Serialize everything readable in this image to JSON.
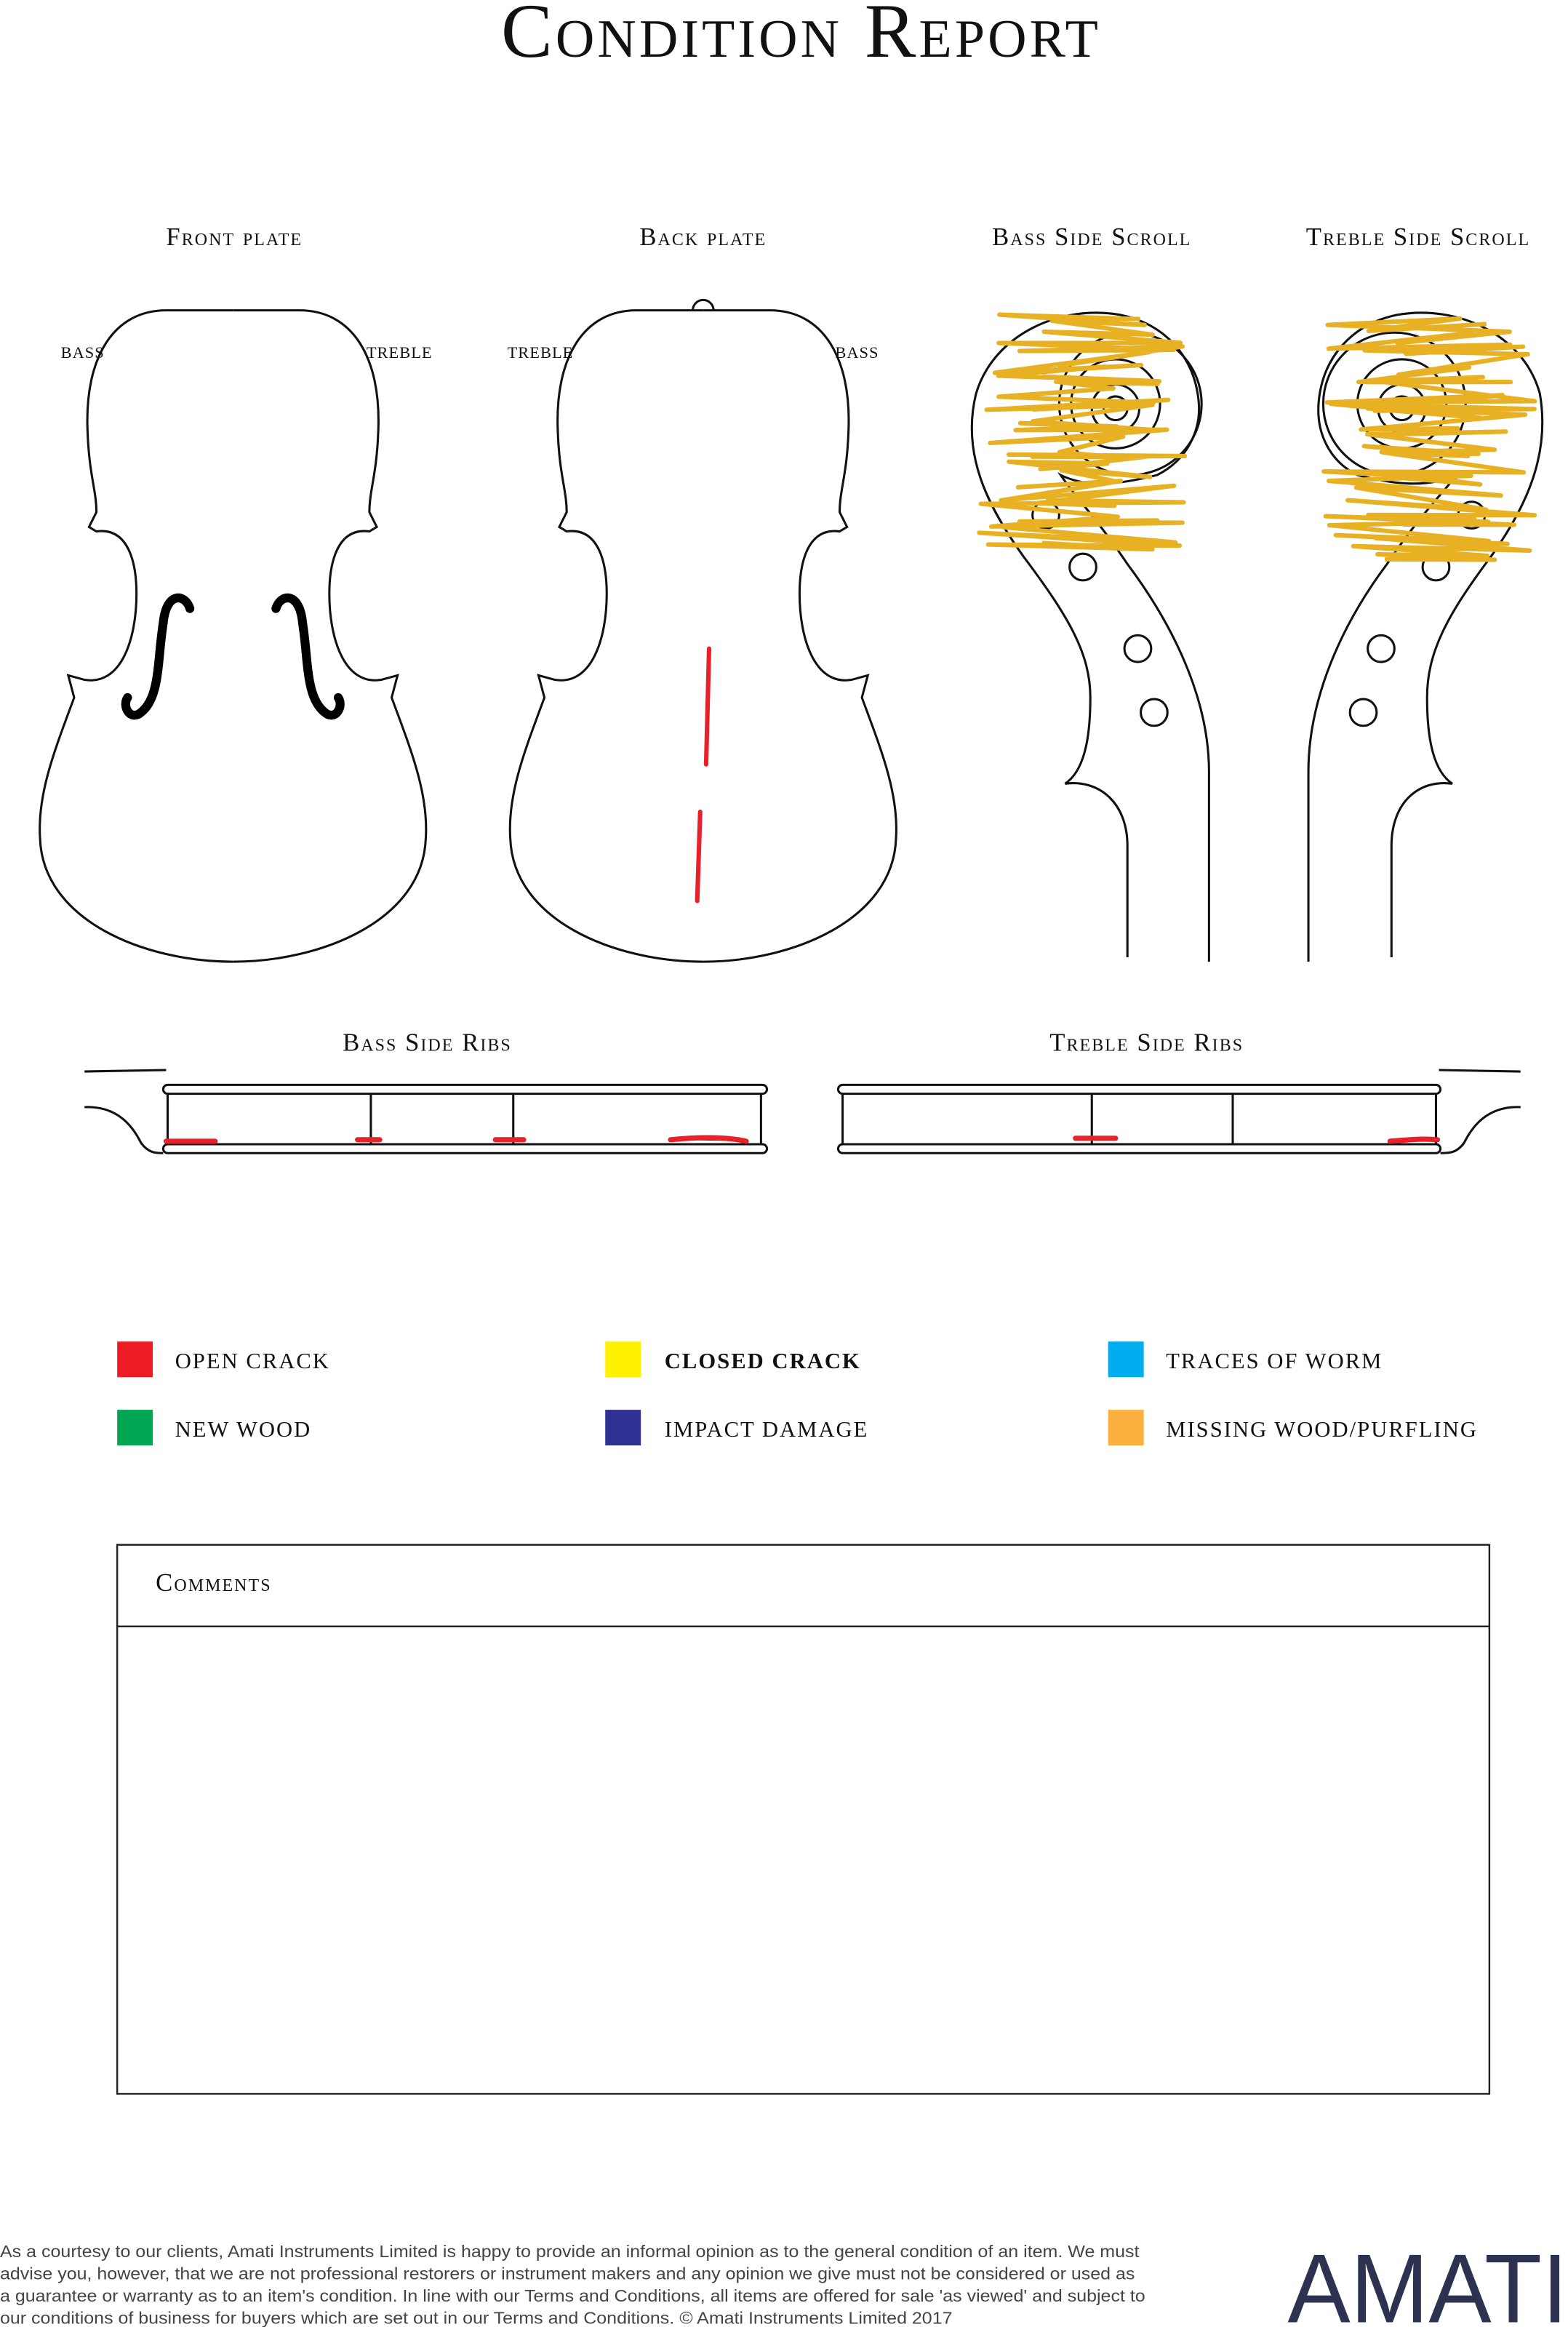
{
  "title": "Condition Report",
  "diagrams": {
    "front_plate": {
      "label": "Front plate",
      "left": "BASS",
      "right": "TREBLE"
    },
    "back_plate": {
      "label": "Back plate",
      "left": "TREBLE",
      "right": "BASS"
    },
    "bass_scroll": {
      "label": "Bass Side Scroll"
    },
    "treble_scroll": {
      "label": "Treble Side Scroll"
    },
    "bass_ribs": {
      "label": "Bass Side Ribs"
    },
    "treble_ribs": {
      "label": "Treble Side Ribs"
    }
  },
  "legend": [
    {
      "label": "Open crack",
      "color": "#ed1c24"
    },
    {
      "label": "Closed crack",
      "color": "#fff200"
    },
    {
      "label": "Traces of worm",
      "color": "#00aeef"
    },
    {
      "label": "New wood",
      "color": "#00a651"
    },
    {
      "label": "Impact damage",
      "color": "#2e3192"
    },
    {
      "label": "Missing wood/purfling",
      "color": "#fbb040"
    }
  ],
  "comments": {
    "label": "Comments",
    "value": ""
  },
  "footer": {
    "lines": [
      "As a courtesy to our clients, Amati Instruments Limited is happy to provide an informal opinion as to the general condition of an item. We must",
      "advise you, however, that we are not professional restorers or instrument makers and any opinion we give must not be considered or used as",
      "a guarantee or warranty as to an item's condition. In line with our Terms and Conditions, all items are offered for sale 'as viewed' and subject to",
      "our conditions of business for buyers which are set out in our Terms and Conditions. © Amati Instruments Limited 2017"
    ],
    "logo": "AMATI"
  },
  "colors": {
    "marking": "#e8b023",
    "crack": "#e8202a",
    "logo": "#2d3250"
  }
}
